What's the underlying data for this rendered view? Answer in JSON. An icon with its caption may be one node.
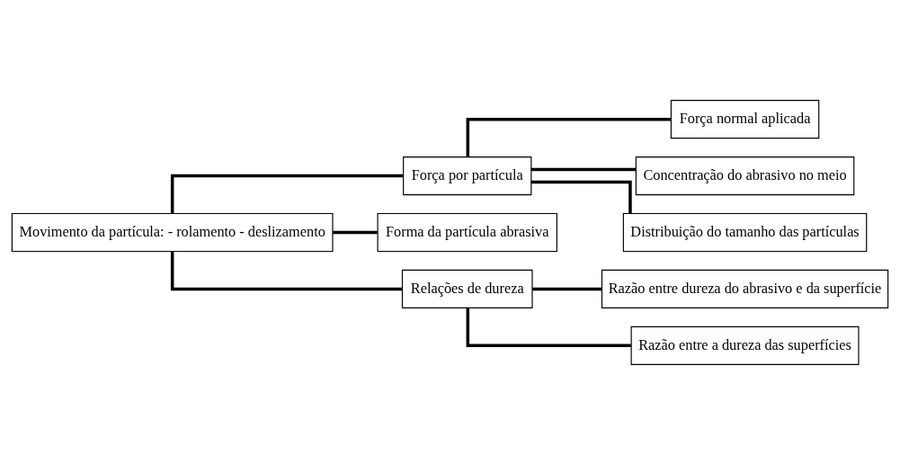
{
  "diagram": {
    "nodes": [
      {
        "text": [
          "Movimento da partícula: - rolamento - deslizamento"
        ]
      },
      {
        "text": [
          "Força por partícula"
        ]
      },
      {
        "text": [
          "Força normal aplicada"
        ]
      },
      {
        "text": [
          "Concentração do abrasivo no meio"
        ]
      },
      {
        "text": [
          "Distribuição do tamanho das partículas"
        ]
      },
      {
        "text": [
          "Forma da partícula abrasiva"
        ]
      },
      {
        "text": [
          "Relações de dureza"
        ]
      },
      {
        "text": [
          "Razão entre dureza do abrasivo e da superfície"
        ]
      },
      {
        "text": [
          "Razão entre a dureza das superfícies"
        ]
      }
    ],
    "edges": [
      {
        "from": 0,
        "to": 1,
        "arrow": "none"
      },
      {
        "from": 0,
        "to": 5,
        "arrow": "none"
      },
      {
        "from": 0,
        "to": 6,
        "arrow": "none"
      },
      {
        "from": 1,
        "to": 2,
        "arrow": "none"
      },
      {
        "from": 1,
        "to": 3,
        "arrow": "none"
      },
      {
        "from": 1,
        "to": 4,
        "arrow": "none"
      },
      {
        "from": 6,
        "to": 7,
        "arrow": "none"
      },
      {
        "from": 6,
        "to": 8,
        "arrow": "none"
      }
    ]
  }
}
